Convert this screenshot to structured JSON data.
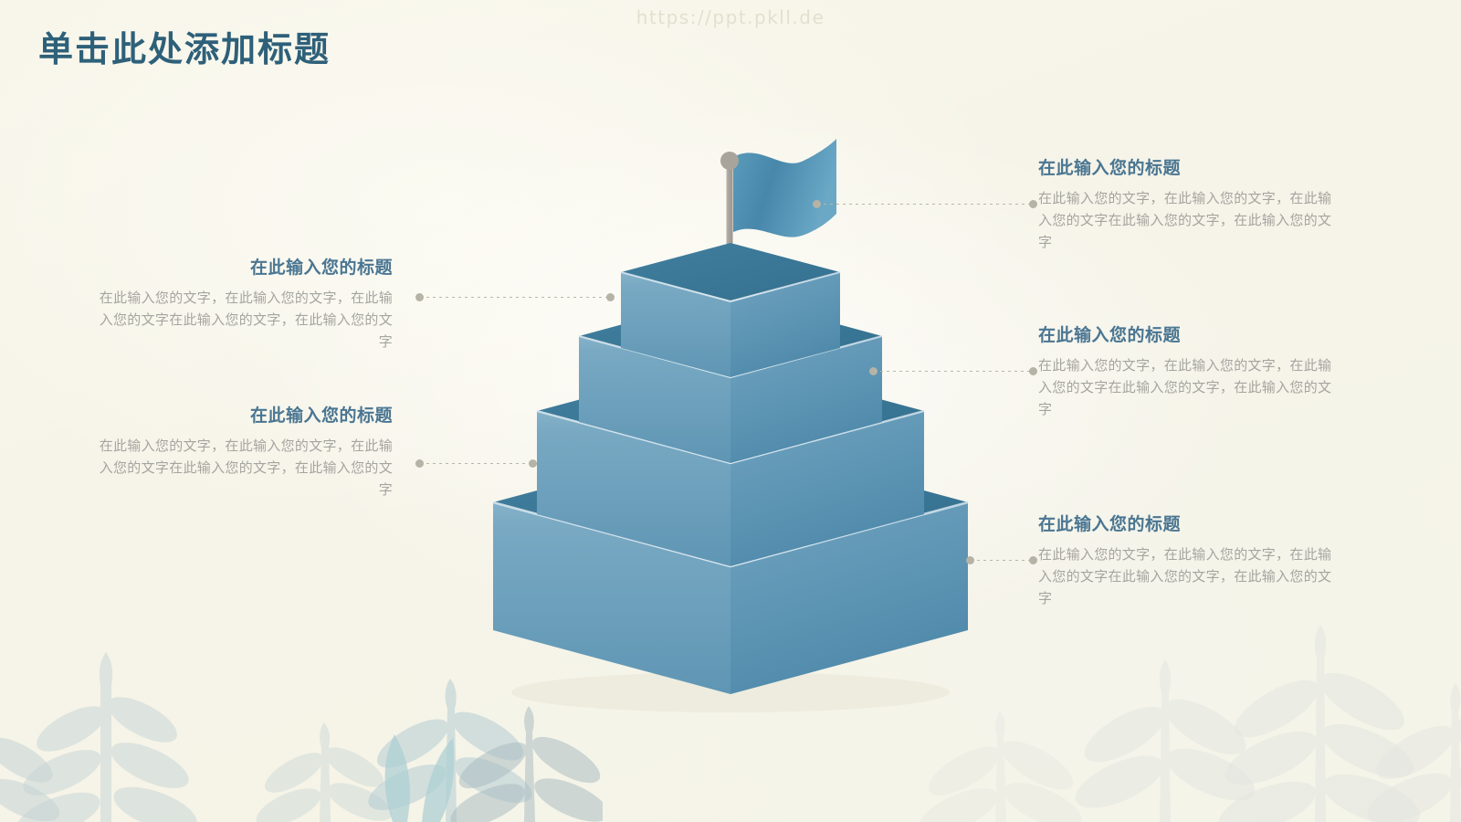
{
  "slide": {
    "title": "单击此处添加标题",
    "watermark": "https://ppt.pkll.de",
    "background_color": "#f7f5e9",
    "title_color": "#2e6079",
    "heading_color": "#4a7692",
    "body_color": "#a5a5a0",
    "accent_color": "#4a86a8",
    "connector_color": "#b5b3a6"
  },
  "callouts": [
    {
      "id": "callout-1",
      "side": "left",
      "heading": "在此输入您的标题",
      "body": "在此输入您的文字，在此输入您的文字，在此输入您的文字在此输入您的文字，在此输入您的文字"
    },
    {
      "id": "callout-2",
      "side": "left",
      "heading": "在此输入您的标题",
      "body": "在此输入您的文字，在此输入您的文字，在此输入您的文字在此输入您的文字，在此输入您的文字"
    },
    {
      "id": "callout-3",
      "side": "right",
      "heading": "在此输入您的标题",
      "body": "在此输入您的文字，在此输入您的文字，在此输入您的文字在此输入您的文字，在此输入您的文字"
    },
    {
      "id": "callout-4",
      "side": "right",
      "heading": "在此输入您的标题",
      "body": "在此输入您的文字，在此输入您的文字，在此输入您的文字在此输入您的文字，在此输入您的文字"
    },
    {
      "id": "callout-5",
      "side": "right",
      "heading": "在此输入您的标题",
      "body": "在此输入您的文字，在此输入您的文字，在此输入您的文字在此输入您的文字，在此输入您的文字"
    }
  ],
  "diagram": {
    "type": "3d-stepped-pyramid",
    "tier_count": 4,
    "top_marker": "flag-icon",
    "flag_color": "#4a86a8",
    "pole_color": "#a8a49c",
    "tier_top_color": "#3d7fa0",
    "tier_left_color": "#6ea3bf",
    "tier_right_color": "#5c97b6"
  }
}
